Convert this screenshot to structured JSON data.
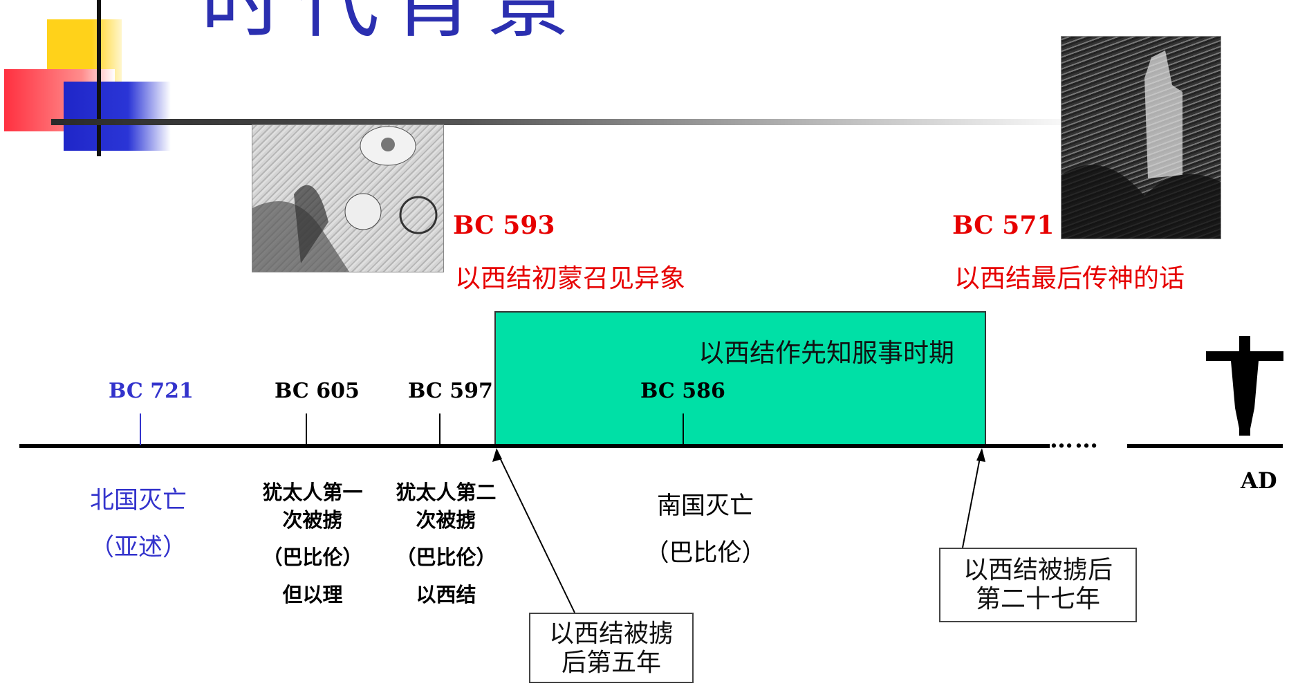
{
  "title": "时代背景",
  "colors": {
    "title": "#2b2fb0",
    "accent_red": "#e60000",
    "blue": "#3333cc",
    "period": "#00e0a6"
  },
  "top_events": {
    "bc593": {
      "year": "BC 593",
      "desc": "以西结初蒙召见异象"
    },
    "bc571": {
      "year": "BC 571",
      "desc": "以西结最后传神的话"
    }
  },
  "period_label": "以西结作先知服事时期",
  "ticks": [
    {
      "year": "BC 721",
      "lines": [
        "北国灭亡",
        "（亚述）"
      ]
    },
    {
      "year": "BC 605",
      "lines": [
        "犹太人第一",
        "次被掳",
        "（巴比伦）",
        "但以理"
      ]
    },
    {
      "year": "BC 597",
      "lines": [
        "犹太人第二",
        "次被掳",
        "（巴比伦）",
        "以西结"
      ]
    },
    {
      "year": "BC 586",
      "lines": [
        "南国灭亡",
        "（巴比伦）"
      ]
    }
  ],
  "dots": "……",
  "ad": "AD",
  "callouts": [
    {
      "lines": [
        "以西结被掳",
        "后第五年"
      ]
    },
    {
      "lines": [
        "以西结被掳后",
        "第二十七年"
      ]
    }
  ],
  "icons": [
    "vision-engraving-image",
    "prophet-engraving-image",
    "cross-icon"
  ]
}
